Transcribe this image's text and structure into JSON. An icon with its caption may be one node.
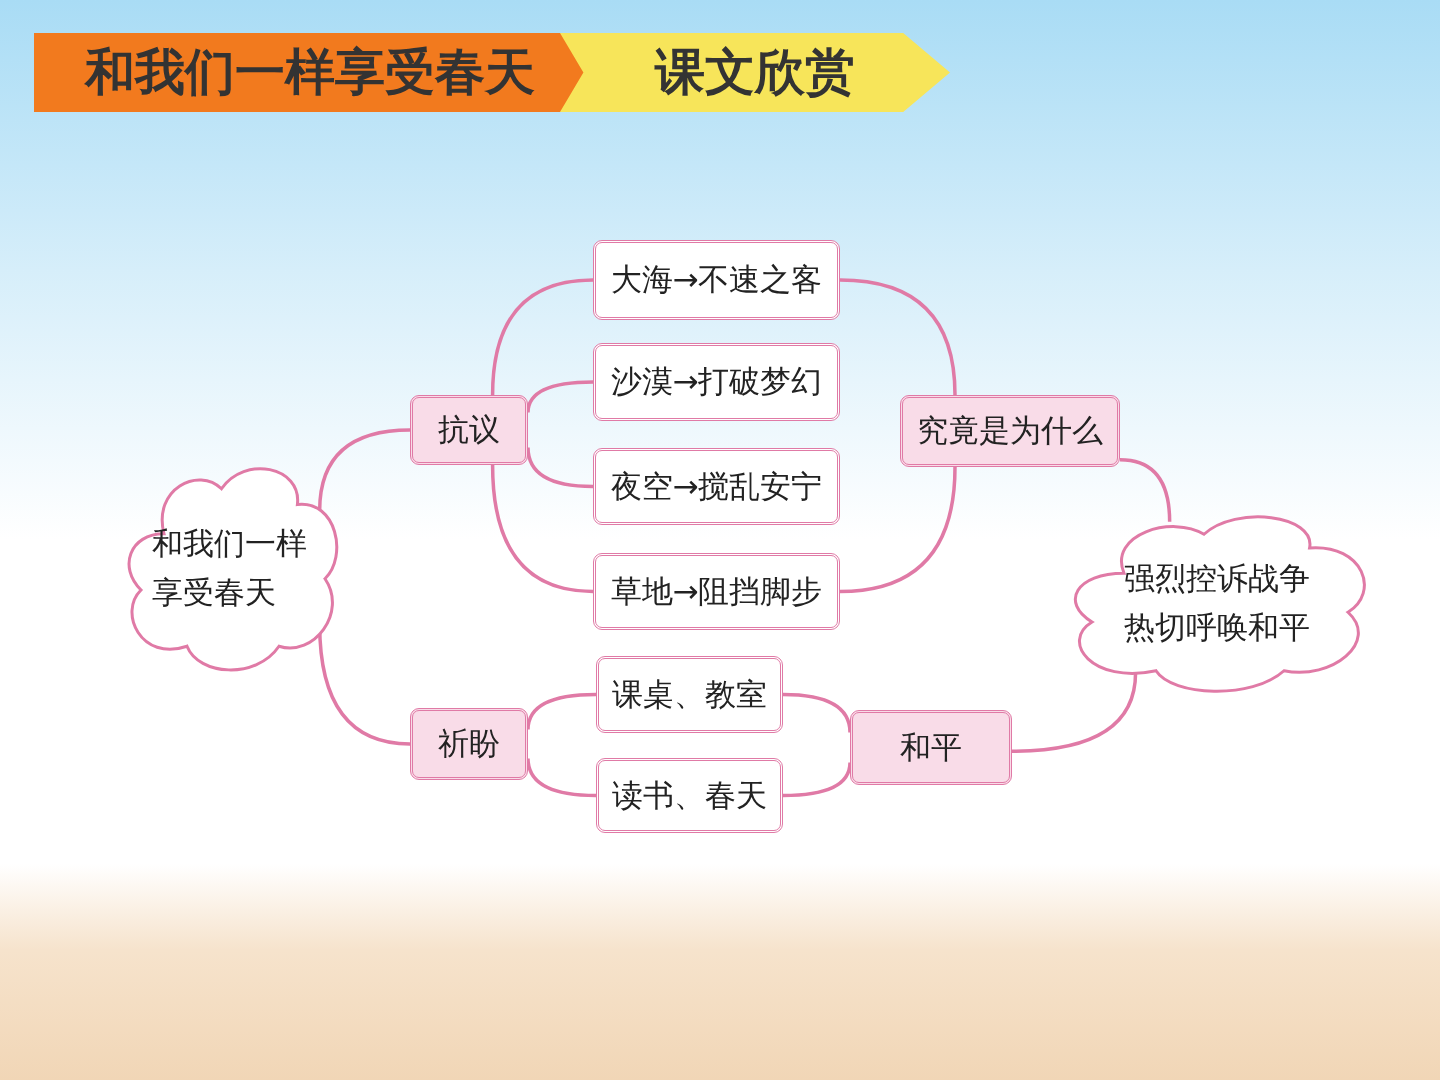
{
  "diagram": {
    "nodes": [
      {
        "text": [
          "和我们一样享受春天"
        ]
      },
      {
        "text": [
          "课文欣赏"
        ]
      },
      {
        "text": [
          "和我们一样享受春天"
        ]
      },
      {
        "text": [
          "抗议"
        ]
      },
      {
        "text": [
          "祈盼"
        ]
      },
      {
        "text": [
          "大海→不速之客"
        ]
      },
      {
        "text": [
          "沙漠→打破梦幻"
        ]
      },
      {
        "text": [
          "夜空→搅乱安宁"
        ]
      },
      {
        "text": [
          "草地→阻挡脚步"
        ]
      },
      {
        "text": [
          "究竟是为什么"
        ]
      },
      {
        "text": [
          "课桌、教室"
        ]
      },
      {
        "text": [
          "读书、春天"
        ]
      },
      {
        "text": [
          "和平"
        ]
      },
      {
        "text": [
          "强烈控诉战争热切呼唤和平"
        ]
      }
    ],
    "edges": [
      {
        "from": 2,
        "to": 3,
        "arrow": "none"
      },
      {
        "from": 2,
        "to": 4,
        "arrow": "none"
      },
      {
        "from": 3,
        "to": 5,
        "arrow": "none"
      },
      {
        "from": 3,
        "to": 6,
        "arrow": "none"
      },
      {
        "from": 3,
        "to": 7,
        "arrow": "none"
      },
      {
        "from": 3,
        "to": 8,
        "arrow": "none"
      },
      {
        "from": 5,
        "to": 9,
        "arrow": "none"
      },
      {
        "from": 8,
        "to": 9,
        "arrow": "none"
      },
      {
        "from": 4,
        "to": 10,
        "arrow": "none"
      },
      {
        "from": 4,
        "to": 11,
        "arrow": "none"
      },
      {
        "from": 10,
        "to": 12,
        "arrow": "none"
      },
      {
        "from": 11,
        "to": 12,
        "arrow": "none"
      },
      {
        "from": 9,
        "to": 13,
        "arrow": "none"
      },
      {
        "from": 12,
        "to": 13,
        "arrow": "none"
      }
    ]
  }
}
